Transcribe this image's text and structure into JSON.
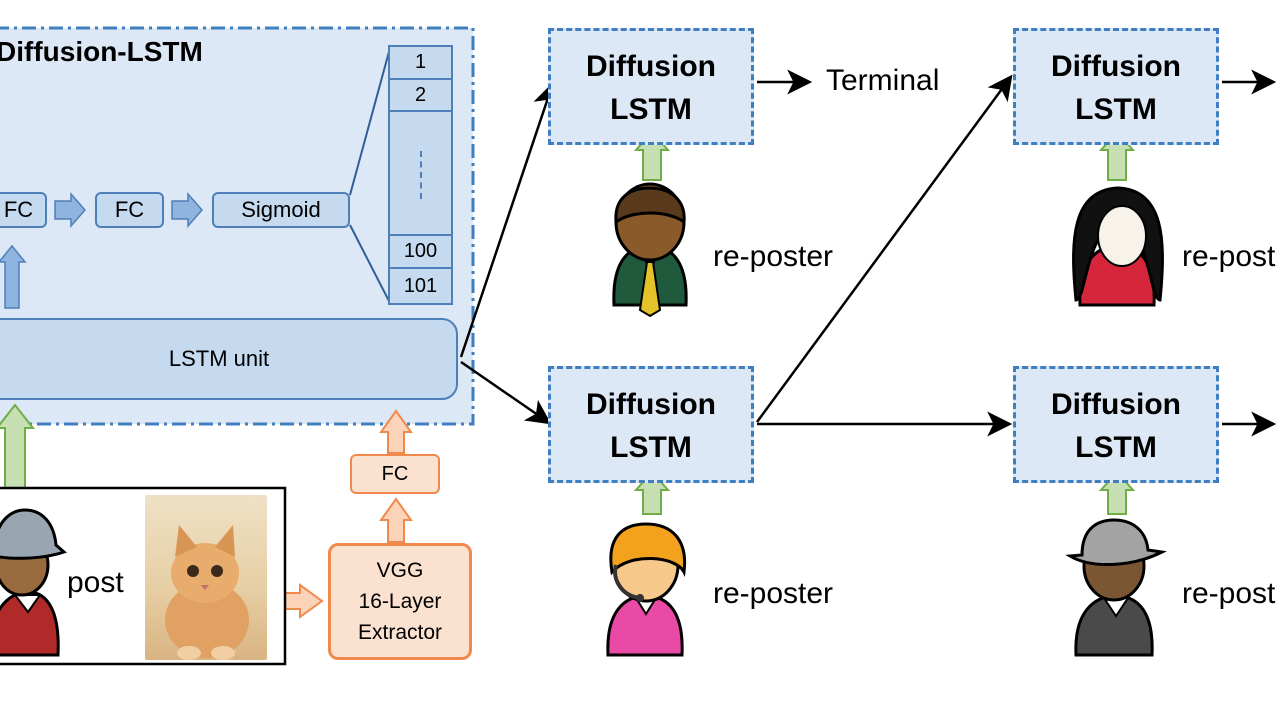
{
  "main_module": {
    "title": "Diffusion-LSTM",
    "fc_labels": [
      "FC",
      "FC"
    ],
    "sigmoid_label": "Sigmoid",
    "output_bins": [
      "1",
      "2",
      "100",
      "101"
    ],
    "lstm_unit_label": "LSTM unit"
  },
  "input": {
    "post_label": "post",
    "fc_label": "FC",
    "extractor_lines": [
      "VGG",
      "16-Layer",
      "Extractor"
    ]
  },
  "stages": [
    {
      "line1": "Diffusion",
      "line2": "LSTM",
      "user_label": "re-poster",
      "next_label": "Terminal"
    },
    {
      "line1": "Diffusion",
      "line2": "LSTM",
      "user_label": "re-poster"
    },
    {
      "line1": "Diffusion",
      "line2": "LSTM",
      "user_label": "re-post"
    },
    {
      "line1": "Diffusion",
      "line2": "LSTM",
      "user_label": "re-post"
    }
  ],
  "colors": {
    "module_fill": "#dce8f5",
    "module_border": "#3f7fc1",
    "node_fill": "#c5d9ef",
    "input_arrow": "#a9d18e",
    "image_path": "#ef8a4c"
  }
}
